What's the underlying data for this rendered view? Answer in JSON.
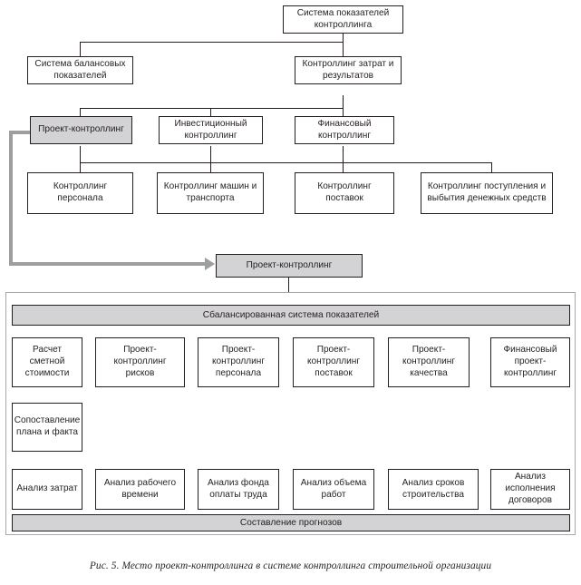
{
  "diagram": {
    "title": "Место проект-контроллинга в системе контроллинга строительной организации",
    "caption": "Рис. 5. Место проект-контроллинга в системе контроллинга строительной организации",
    "colors": {
      "shaded_fill": "#d3d2d4",
      "box_stroke": "#231f20",
      "arrow_gray": "#9c9ea0",
      "panel_border": "#a7a9ac",
      "text": "#231f20",
      "background": "#ffffff"
    },
    "top_tree": {
      "level1": [
        {
          "label": "Система показателей контроллинга",
          "shaded": false
        }
      ],
      "level2": [
        {
          "label": "Система балансовых показателей",
          "shaded": false
        },
        {
          "label": "Контроллинг затрат и результатов",
          "shaded": false
        }
      ],
      "level3": [
        {
          "label": "Проект-контроллинг",
          "shaded": true
        },
        {
          "label": "Инвестиционный контроллинг",
          "shaded": false
        },
        {
          "label": "Финансовый контроллинг",
          "shaded": false
        }
      ],
      "level4": [
        {
          "label": "Контроллинг персонала",
          "shaded": false
        },
        {
          "label": "Контроллинг машин и транспорта",
          "shaded": false
        },
        {
          "label": "Контроллинг поставок",
          "shaded": false
        },
        {
          "label": "Контроллинг поступления и выбытия денежных средств",
          "shaded": false
        }
      ]
    },
    "bridge_node": {
      "label": "Проект-контроллинг",
      "shaded": true
    },
    "panel": {
      "header_bar": {
        "label": "Сбалансированная система показателей",
        "shaded": true
      },
      "footer_bar": {
        "label": "Составление прогнозов",
        "shaded": true
      },
      "row_upper": [
        {
          "label": "Расчет сметной стоимости"
        },
        {
          "label": "Проект-контроллинг рисков"
        },
        {
          "label": "Проект-контроллинг персонала"
        },
        {
          "label": "Проект-контроллинг поставок"
        },
        {
          "label": "Проект-контроллинг качества"
        },
        {
          "label": "Финансовый проект-контроллинг"
        }
      ],
      "row_middle": [
        {
          "label": "Сопоставление плана и факта"
        }
      ],
      "row_lower": [
        {
          "label": "Анализ затрат"
        },
        {
          "label": "Анализ рабочего времени"
        },
        {
          "label": "Анализ фонда оплаты труда"
        },
        {
          "label": "Анализ объема работ"
        },
        {
          "label": "Анализ сроков строительства"
        },
        {
          "label": "Анализ исполнения договоров"
        }
      ]
    }
  }
}
